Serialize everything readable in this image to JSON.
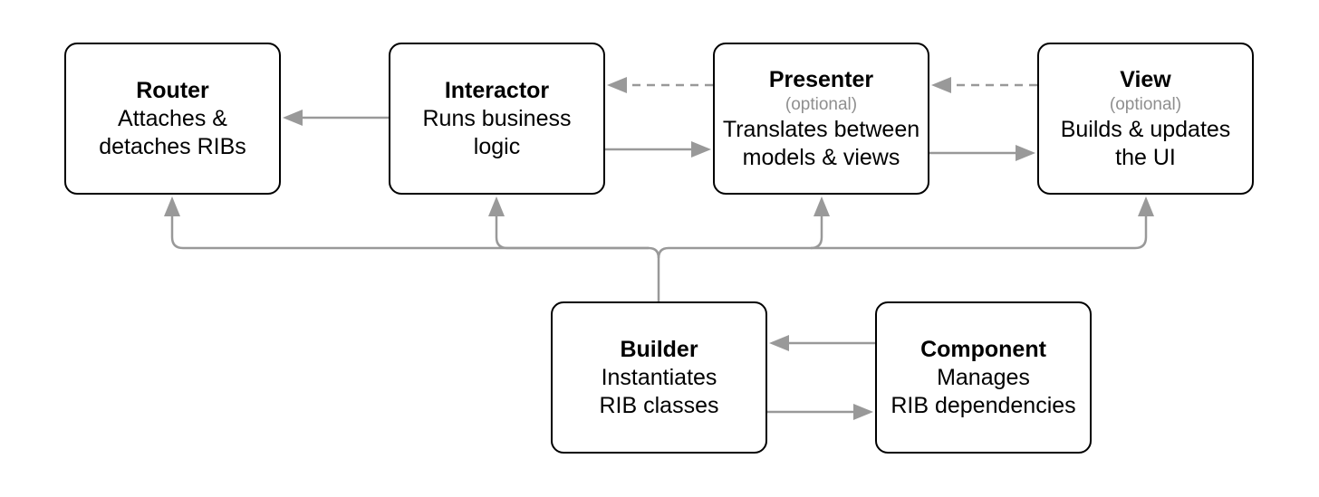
{
  "colors": {
    "box_border": "#000000",
    "connector": "#999999",
    "optional_text": "#8f8f8f"
  },
  "nodes": {
    "router": {
      "title": "Router",
      "desc1": "Attaches &",
      "desc2": "detaches RIBs"
    },
    "interactor": {
      "title": "Interactor",
      "desc1": "Runs business",
      "desc2": "logic"
    },
    "presenter": {
      "title": "Presenter",
      "note": "(optional)",
      "desc1": "Translates between",
      "desc2": "models & views"
    },
    "view": {
      "title": "View",
      "note": "(optional)",
      "desc1": "Builds & updates",
      "desc2": "the UI"
    },
    "builder": {
      "title": "Builder",
      "desc1": "Instantiates",
      "desc2": "RIB classes"
    },
    "component": {
      "title": "Component",
      "desc1": "Manages",
      "desc2": "RIB dependencies"
    }
  },
  "edges": [
    {
      "from": "interactor",
      "to": "router",
      "style": "solid"
    },
    {
      "from": "presenter",
      "to": "interactor",
      "style": "dashed"
    },
    {
      "from": "interactor",
      "to": "presenter",
      "style": "solid"
    },
    {
      "from": "view",
      "to": "presenter",
      "style": "dashed"
    },
    {
      "from": "presenter",
      "to": "view",
      "style": "solid"
    },
    {
      "from": "builder",
      "to": "router",
      "style": "solid"
    },
    {
      "from": "builder",
      "to": "interactor",
      "style": "solid"
    },
    {
      "from": "builder",
      "to": "presenter",
      "style": "solid"
    },
    {
      "from": "builder",
      "to": "view",
      "style": "solid"
    },
    {
      "from": "component",
      "to": "builder",
      "style": "solid"
    },
    {
      "from": "builder",
      "to": "component",
      "style": "solid"
    }
  ]
}
